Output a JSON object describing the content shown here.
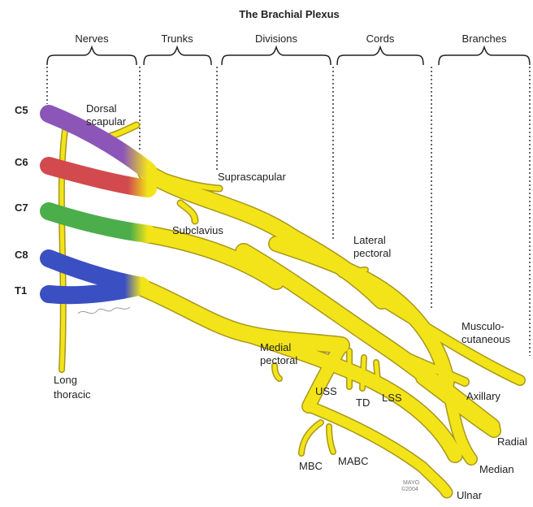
{
  "title": "The Brachial Plexus",
  "headers": {
    "nerves": "Nerves",
    "trunks": "Trunks",
    "divisions": "Divisions",
    "cords": "Cords",
    "branches": "Branches"
  },
  "roots": {
    "c5": "C5",
    "c6": "C6",
    "c7": "C7",
    "c8": "C8",
    "t1": "T1"
  },
  "labels": {
    "dorsal_scapular_1": "Dorsal",
    "dorsal_scapular_2": "scapular",
    "suprascapular": "Suprascapular",
    "subclavius": "Subclavius",
    "lateral_pectoral_1": "Lateral",
    "lateral_pectoral_2": "pectoral",
    "musculocutaneous_1": "Musculo-",
    "musculocutaneous_2": "cutaneous",
    "medial_pectoral_1": "Medial",
    "medial_pectoral_2": "pectoral",
    "uss": "USS",
    "td": "TD",
    "lss": "LSS",
    "axillary": "Axillary",
    "radial": "Radial",
    "median": "Median",
    "ulnar": "Ulnar",
    "mbc": "MBC",
    "mabc": "MABC",
    "long_thoracic_1": "Long",
    "long_thoracic_2": "thoracic"
  },
  "credit": {
    "line1": "MAYO",
    "line2": "©2004"
  },
  "colors": {
    "nerve": "#f2e419",
    "nerve_outline": "#a8971a",
    "c5": "#8c56b8",
    "c6": "#d24a4e",
    "c7": "#4cad4b",
    "c8_t1": "#3a4fc2"
  }
}
